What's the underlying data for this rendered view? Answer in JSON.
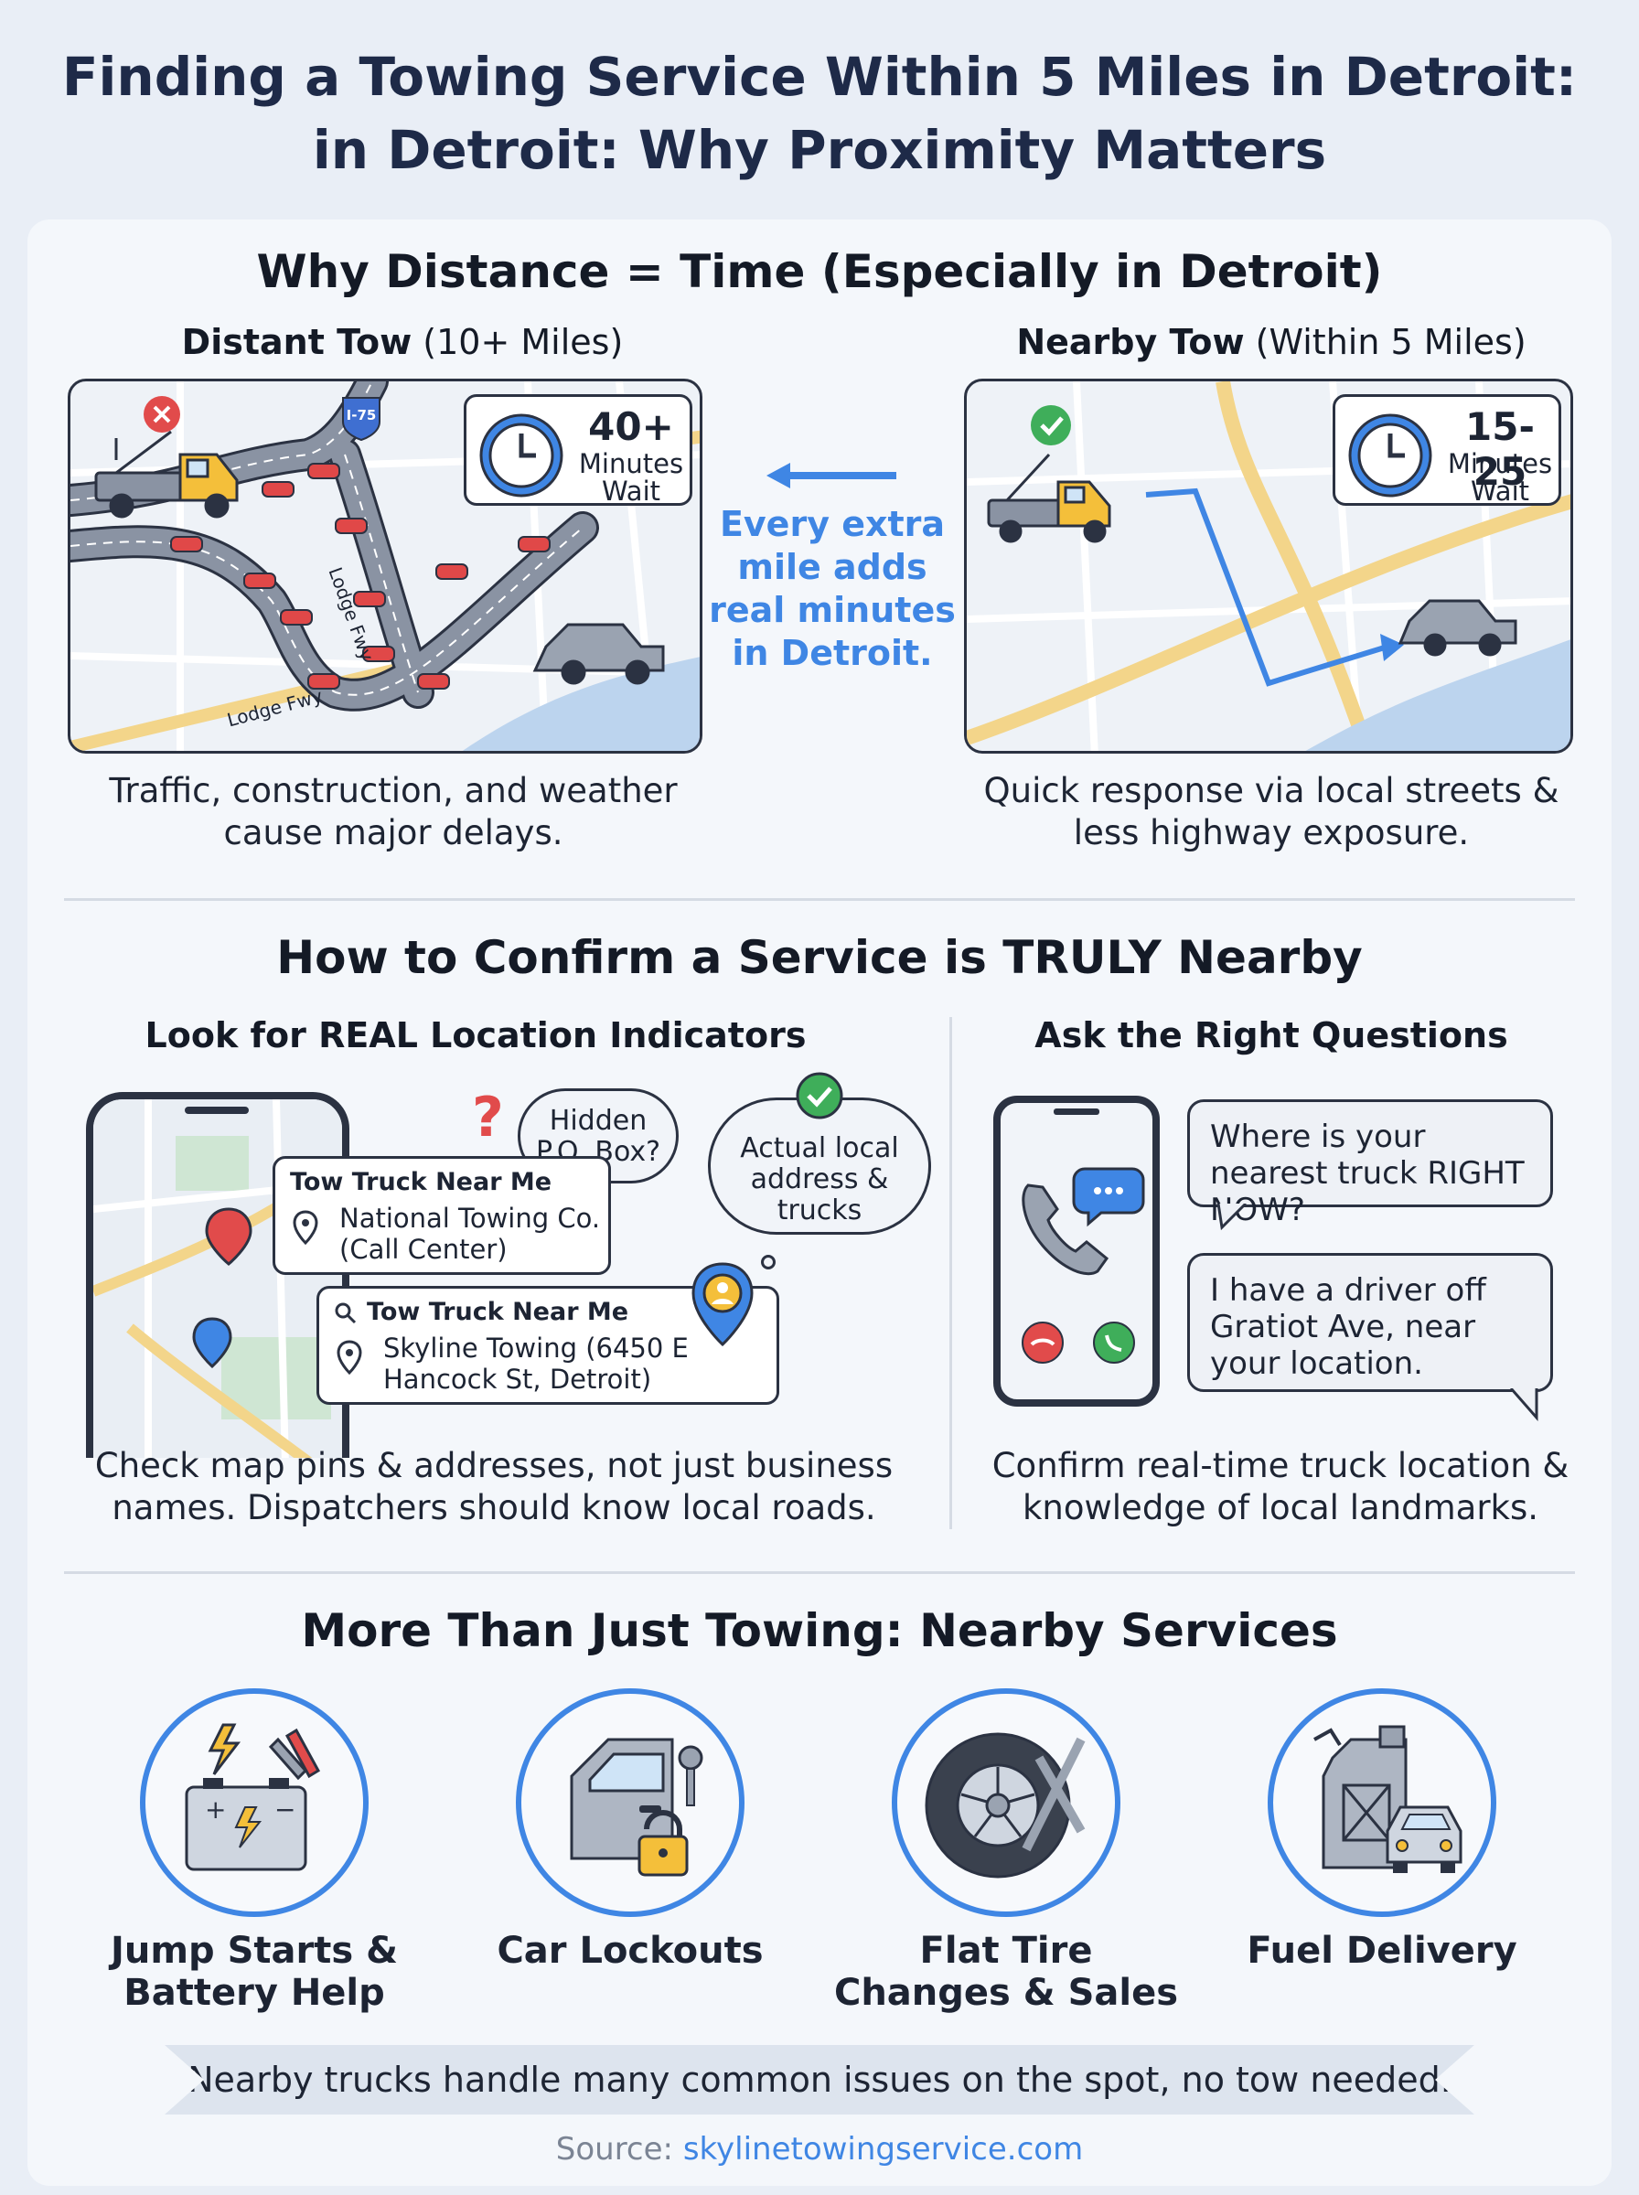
{
  "title": {
    "line1": "Finding a Towing Service Within 5 Miles in Detroit:",
    "line2": "in Detroit: Why Proximity Matters"
  },
  "section1": {
    "heading": "Why Distance = Time (Especially in Detroit)",
    "distant": {
      "label_bold": "Distant Tow",
      "label_rest": "(10+ Miles)",
      "wait_number": "40+",
      "wait_line1": "Minutes",
      "wait_line2": "Wait",
      "road_label_1": "Lodge Fwy",
      "road_label_2": "Lodge Fwy",
      "shield": "I-75",
      "caption": "Traffic, construction, and weather cause major delays."
    },
    "middle_note": "Every extra mile adds real minutes in Detroit.",
    "nearby": {
      "label_bold": "Nearby Tow",
      "label_rest": "(Within 5 Miles)",
      "wait_number": "15-25",
      "wait_line1": "Minutes",
      "wait_line2": "Wait",
      "caption": "Quick response via local streets & less highway exposure."
    }
  },
  "section2": {
    "heading": "How to Confirm a Service is TRULY Nearby",
    "left": {
      "subheading": "Look for REAL Location Indicators",
      "hidden_bubble": "Hidden P.O. Box?",
      "actual_bubble": "Actual local address & trucks",
      "card1_label": "Tow Truck Near Me",
      "card1_text": "National Towing Co. (Call Center)",
      "card2_label": "Tow Truck Near Me",
      "card2_text": "Skyline Towing (6450 E Hancock St, Detroit)",
      "caption": "Check map pins & addresses, not just business names. Dispatchers should know local roads."
    },
    "right": {
      "subheading": "Ask the Right Questions",
      "question": "Where is your nearest truck RIGHT NOW?",
      "answer": "I have a driver off Gratiot Ave, near your location.",
      "caption": "Confirm real-time truck location & knowledge of local landmarks."
    }
  },
  "section3": {
    "heading": "More Than Just Towing: Nearby Services",
    "services": [
      {
        "label": "Jump Starts & Battery Help",
        "icon": "battery-icon"
      },
      {
        "label": "Car Lockouts",
        "icon": "car-door-lock-icon"
      },
      {
        "label": "Flat Tire Changes & Sales",
        "icon": "tire-icon"
      },
      {
        "label": "Fuel Delivery",
        "icon": "fuel-can-icon"
      }
    ],
    "banner": "Nearby trucks handle many common issues on the spot, no tow needed."
  },
  "source": {
    "prefix": "Source:",
    "link": "skylinetowingservice.com"
  },
  "colors": {
    "accent_blue": "#3f86e4",
    "success_green": "#3fae5a",
    "danger_red": "#e14b4b",
    "road_yellow": "#f3d58a"
  }
}
